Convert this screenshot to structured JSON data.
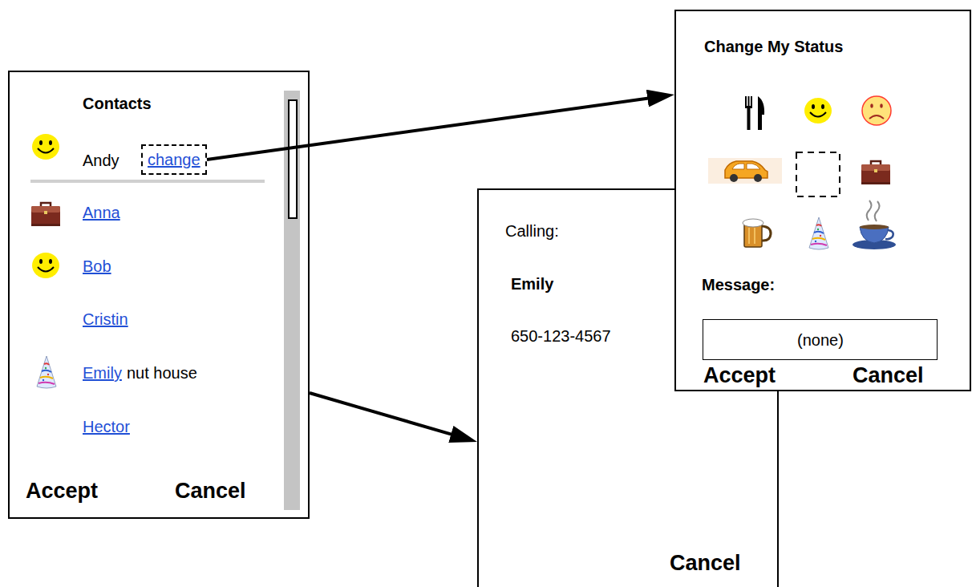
{
  "diagram": {
    "nodes": [
      {
        "text": [
          "Contacts",
          "Andy",
          "Anna",
          "Bob",
          "Cristin",
          "Emily",
          "nut house",
          "Hector",
          "Accept",
          "Cancel"
        ]
      },
      {
        "text": [
          "change"
        ],
        "in": 0
      },
      {
        "text": [
          "Calling:",
          "Emily",
          "650-123-4567",
          "Cancel"
        ]
      },
      {
        "text": [
          "Change My Status",
          "Message:",
          "Accept",
          "Cancel"
        ]
      },
      {
        "text": [
          "(none)"
        ],
        "in": 3
      }
    ],
    "edges": [
      {
        "from": 1,
        "to": 3,
        "arrow": "to"
      },
      {
        "from": 0,
        "to": 2,
        "arrow": "to"
      }
    ]
  }
}
